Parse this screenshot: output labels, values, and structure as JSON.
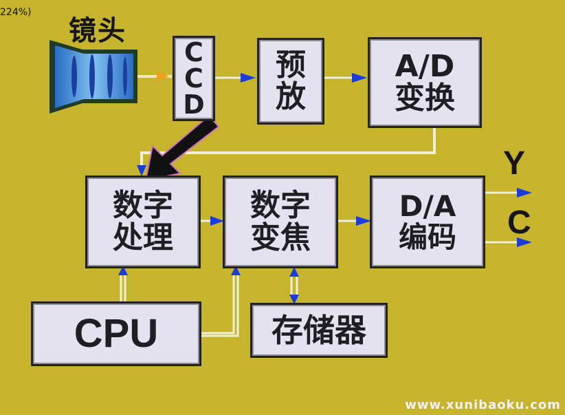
{
  "zoom_label": "224%)",
  "lens_label": "镜头",
  "blocks": {
    "ccd": "C\nC\nD",
    "preamp": "预\n放",
    "ad": "A/D\n变换",
    "digital_processing": "数字\n处理",
    "digital_transform": "数字\n变焦",
    "da": "D/A\n编码",
    "cpu": "CPU",
    "memory": "存储器"
  },
  "outputs": {
    "y": "Y",
    "c": "C"
  },
  "watermark": "www.xunibaoku.com",
  "colors": {
    "background": "#c6b42c",
    "box_fill": "#e4e2ee",
    "arrow_blue": "#1a3cd8",
    "line_light": "#eef0d8",
    "lens_blue": "#3a8fd8",
    "lens_frame": "#1f3c2a",
    "light_ray": "#f0a020"
  }
}
